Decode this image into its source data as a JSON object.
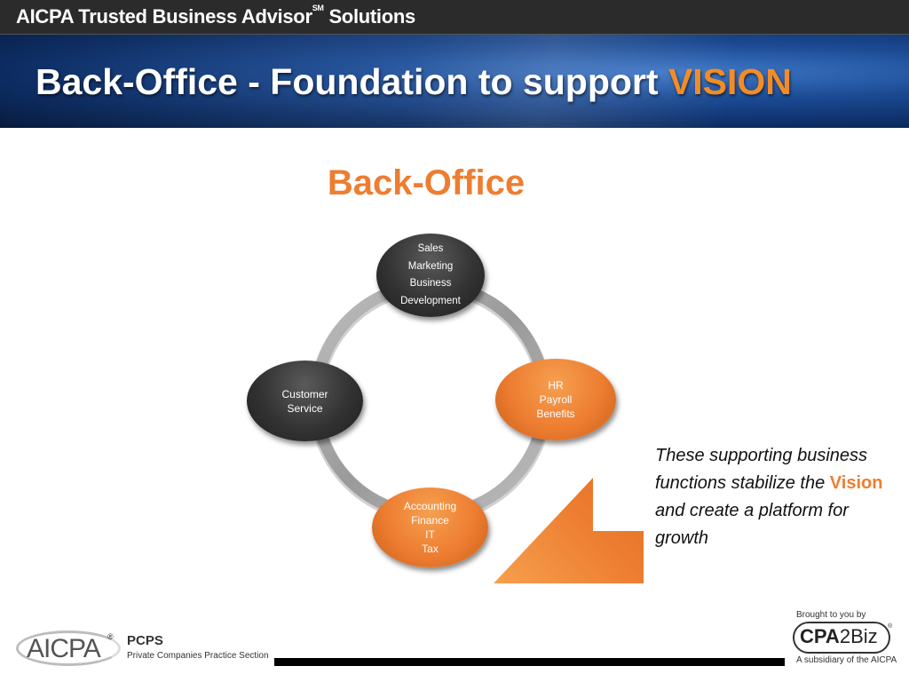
{
  "header": {
    "brand": "AICPA Trusted Business Advisor",
    "brand_mark": "SM",
    "brand_suffix": "Solutions"
  },
  "title": {
    "main": "Back-Office - Foundation to support",
    "accent": "VISION"
  },
  "section_heading": "Back-Office",
  "cycle": {
    "top": [
      "Sales",
      "Marketing",
      "Business",
      "Development"
    ],
    "right": [
      "HR",
      "Payroll",
      "Benefits"
    ],
    "bottom": [
      "Accounting",
      "Finance",
      "IT",
      "Tax"
    ],
    "left": [
      "Customer",
      "Service"
    ]
  },
  "callout": {
    "part1": "These supporting business functions stabilize the",
    "highlight": "Vision",
    "part2": "and create a platform for growth"
  },
  "footer": {
    "aicpa": "AICPA",
    "aicpa_reg": "®",
    "pcps_title": "PCPS",
    "pcps_subtitle": "Private Companies Practice Section",
    "brought_by": "Brought to you by",
    "cpa2biz_bold": "CPA",
    "cpa2biz_rest": "2Biz",
    "cpa2biz_reg": "®",
    "cpa2biz_tagline": "A subsidiary of the AICPA"
  },
  "colors": {
    "accent_orange": "#ed7d31",
    "dark_node": "#333333",
    "ring_gray": "#a6a6a6",
    "banner_blue": "#1b4a93"
  }
}
